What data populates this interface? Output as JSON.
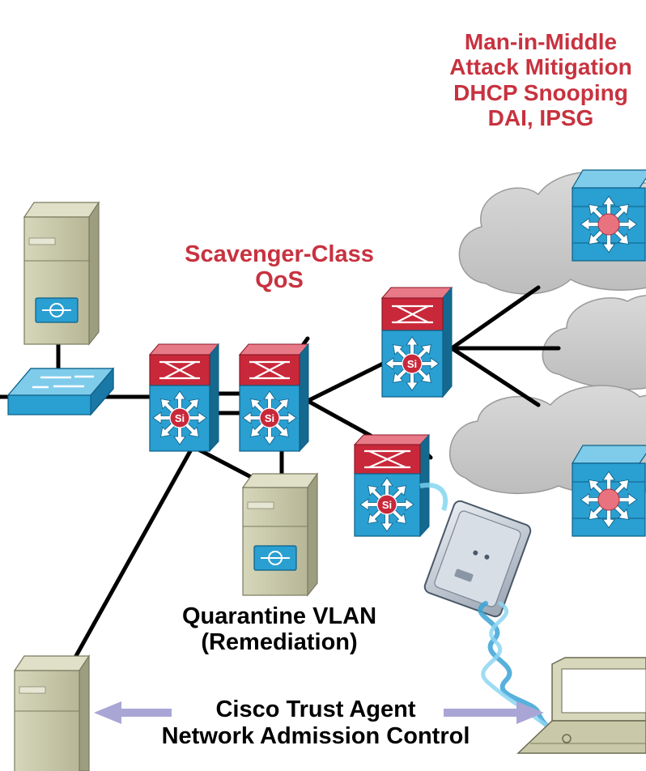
{
  "labels": {
    "mitm": [
      "Man-in-Middle",
      "Attack Mitigation",
      "DHCP Snooping",
      "DAI, IPSG"
    ],
    "scavenger": [
      "Scavenger-Class",
      "QoS"
    ],
    "quarantine": [
      "Quarantine VLAN",
      "(Remediation)"
    ],
    "cta": [
      "Cisco Trust Agent",
      "Network Admission Control"
    ]
  },
  "icons": {
    "multilayer_switch_badge": "Si"
  },
  "colors": {
    "label_red": "#c8323f",
    "switch_blue": "#2a9fd1",
    "switch_red": "#c9283a",
    "cloud_gray": "#c9c9c9",
    "server_beige": "#c8c8a8",
    "arrow_lavender": "#a9a6d6"
  }
}
